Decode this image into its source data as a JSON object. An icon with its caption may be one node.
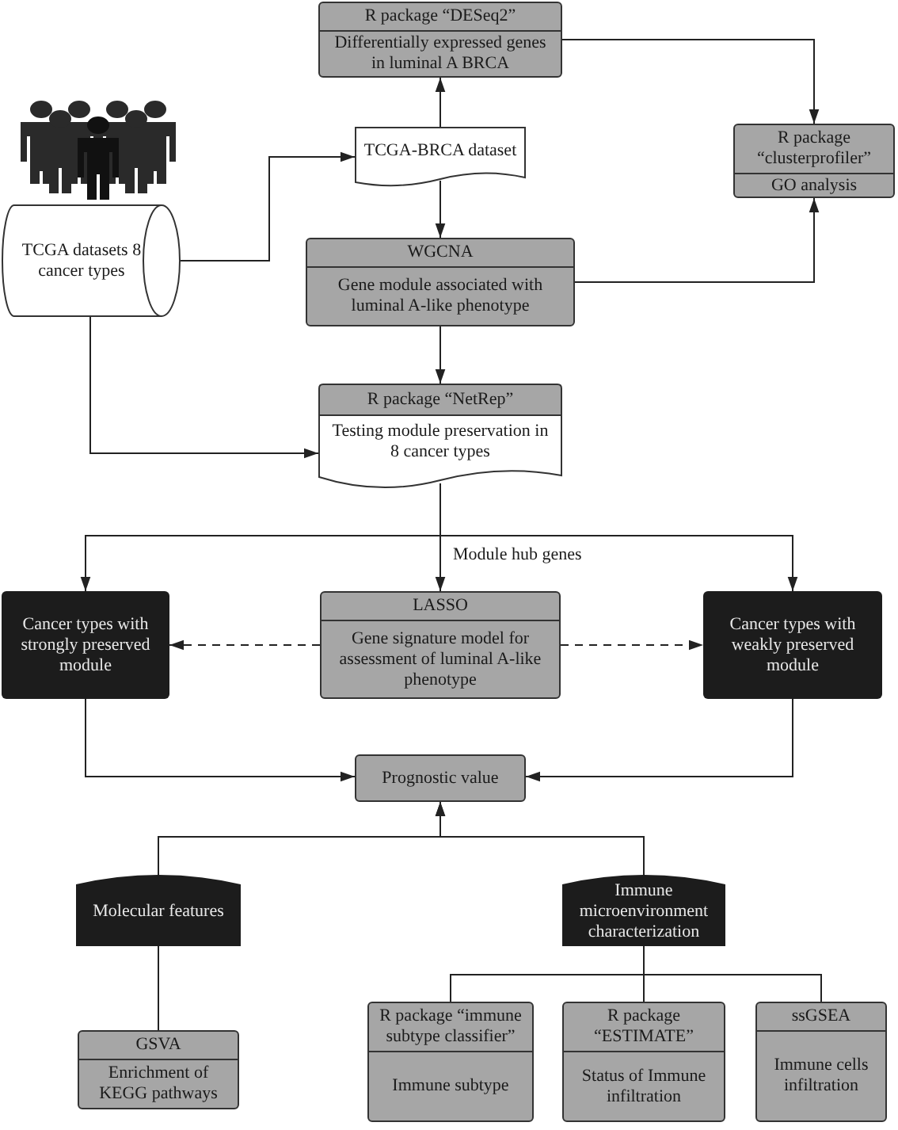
{
  "diagram": {
    "nodes": [
      {
        "text": [
          "R package “DESeq2”",
          "Differentially expressed genes in luminal A BRCA"
        ]
      },
      {
        "text": [
          "TCGA-BRCA dataset"
        ]
      },
      {
        "text": [
          "R package “clusterprofiler”",
          "GO analysis"
        ]
      },
      {
        "text": [
          "TCGA datasets 8 cancer types"
        ]
      },
      {
        "text": [
          "WGCNA",
          "Gene module associated with luminal A-like phenotype"
        ]
      },
      {
        "text": [
          "R package “NetRep”",
          "Testing module preservation in 8 cancer types"
        ]
      },
      {
        "text": [
          "Cancer types with strongly preserved module"
        ]
      },
      {
        "text": [
          "LASSO",
          "Gene signature model for assessment of luminal A-like phenotype"
        ]
      },
      {
        "text": [
          "Cancer types with weakly preserved module"
        ]
      },
      {
        "text": [
          "Prognostic value"
        ]
      },
      {
        "text": [
          "Molecular features"
        ]
      },
      {
        "text": [
          "Immune microenvironment characterization"
        ]
      },
      {
        "text": [
          "GSVA",
          "Enrichment of KEGG pathways"
        ]
      },
      {
        "text": [
          "R package “immune subtype classifier”",
          "Immune subtype"
        ]
      },
      {
        "text": [
          "R package “ESTIMATE”",
          "Status of Immune infiltration"
        ]
      },
      {
        "text": [
          "ssGSEA",
          "Immune cells infiltration"
        ]
      }
    ],
    "edges": [
      {
        "from": 1,
        "to": 0,
        "arrow": "to"
      },
      {
        "from": 0,
        "to": 2,
        "arrow": "to"
      },
      {
        "from": 3,
        "to": 1,
        "arrow": "to"
      },
      {
        "from": 1,
        "to": 4,
        "arrow": "to"
      },
      {
        "from": 4,
        "to": 2,
        "arrow": "to"
      },
      {
        "from": 3,
        "to": 5,
        "arrow": "to"
      },
      {
        "from": 4,
        "to": 5,
        "arrow": "to"
      },
      {
        "from": 5,
        "to": 6,
        "arrow": "to"
      },
      {
        "from": 5,
        "to": 7,
        "arrow": "to",
        "label": "Module hub genes"
      },
      {
        "from": 5,
        "to": 8,
        "arrow": "to"
      },
      {
        "from": 7,
        "to": 6,
        "arrow": "to",
        "style": "dashed"
      },
      {
        "from": 7,
        "to": 8,
        "arrow": "to",
        "style": "dashed"
      },
      {
        "from": 6,
        "to": 9,
        "arrow": "to"
      },
      {
        "from": 8,
        "to": 9,
        "arrow": "to"
      },
      {
        "from": 10,
        "to": 9,
        "arrow": "to"
      },
      {
        "from": 11,
        "to": 9,
        "arrow": "to"
      },
      {
        "from": 10,
        "to": 12,
        "arrow": "none"
      },
      {
        "from": 11,
        "to": 13,
        "arrow": "none"
      },
      {
        "from": 11,
        "to": 14,
        "arrow": "none"
      },
      {
        "from": 11,
        "to": 15,
        "arrow": "none"
      }
    ]
  }
}
